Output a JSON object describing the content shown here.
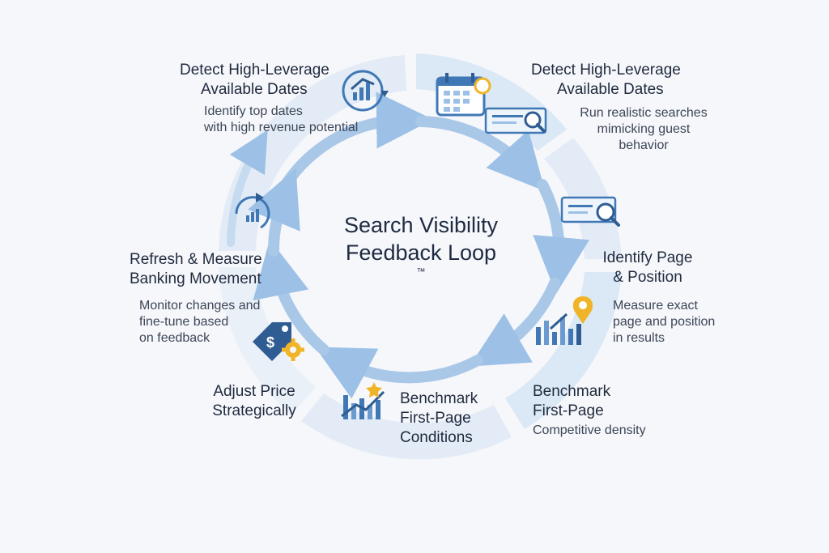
{
  "diagram": {
    "title_line1": "Search Visibility",
    "title_line2": "Feedback Loop",
    "title_mark": "™",
    "steps": [
      {
        "title_lines": [
          "Detect High-Leverage",
          "Available Dates"
        ],
        "desc_lines": [
          "Identify top dates",
          "with high revenue potential"
        ],
        "icon": "growth-chart-icon"
      },
      {
        "title_lines": [
          "Detect High-Leverage",
          "Available Dates"
        ],
        "desc_lines": [
          "Run realistic searches",
          "mimicking guest",
          "behavior"
        ],
        "icon": "calendar-search-icon"
      },
      {
        "title_lines": [
          "Identify Page",
          "& Position"
        ],
        "desc_lines": [
          "Measure exact",
          "page and position",
          "in results"
        ],
        "icon": "search-result-icon"
      },
      {
        "title_lines": [
          "Benchmark",
          "First-Page"
        ],
        "desc_lines": [
          "Competitive density"
        ],
        "icon": "map-pin-chart-icon"
      },
      {
        "title_lines": [
          "Benchmark",
          "First-Page",
          "Conditions"
        ],
        "desc_lines": [],
        "icon": "star-trend-chart-icon"
      },
      {
        "title_lines": [
          "Adjust Price",
          "Strategically"
        ],
        "desc_lines": [],
        "icon": "price-tag-gear-icon"
      },
      {
        "title_lines": [
          "Refresh & Measure",
          "Banking Movement"
        ],
        "desc_lines": [
          "Monitor changes and",
          "fine-tune based",
          "on feedback"
        ],
        "icon": "refresh-chart-icon"
      }
    ]
  },
  "colors": {
    "background": "#f6f7fb",
    "ring_light": "#dde9f5",
    "ring_mid": "#c3d8ee",
    "arrow": "#8fb7e0",
    "icon_blue": "#3f78b5",
    "icon_dark": "#2f5d93",
    "accent_gold": "#f0b429",
    "text_dark": "#1f2a3d",
    "text_body": "#3c4656"
  }
}
